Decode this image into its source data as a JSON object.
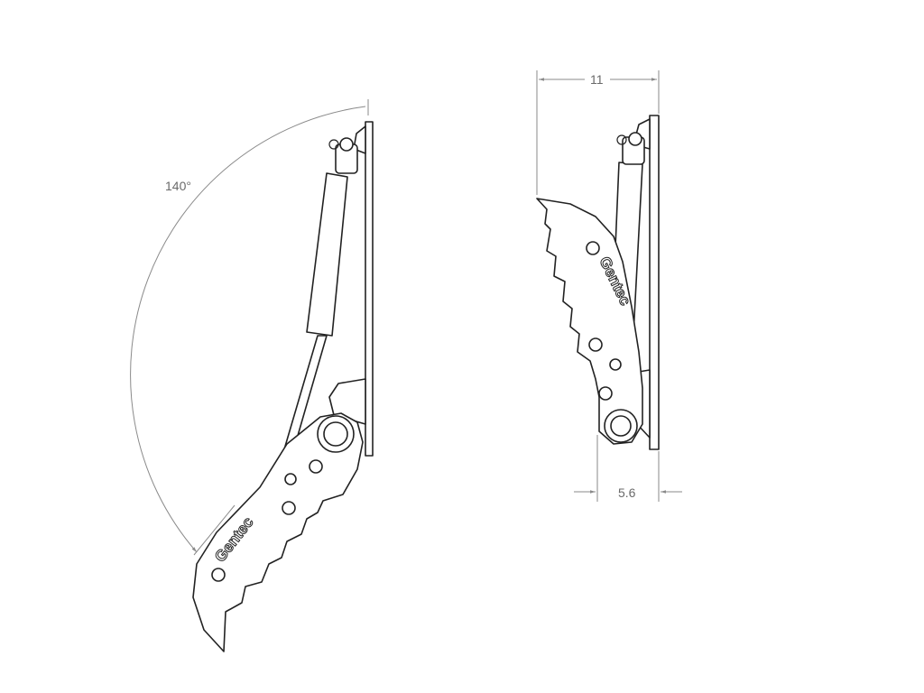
{
  "views": {
    "open": {
      "angle_label": "140°",
      "logo": "Gentec"
    },
    "closed": {
      "width_label": "11",
      "offset_label": "5.6",
      "logo": "Gentec"
    }
  },
  "colors": {
    "line": "#222222",
    "dimension": "#8a8a8a"
  }
}
